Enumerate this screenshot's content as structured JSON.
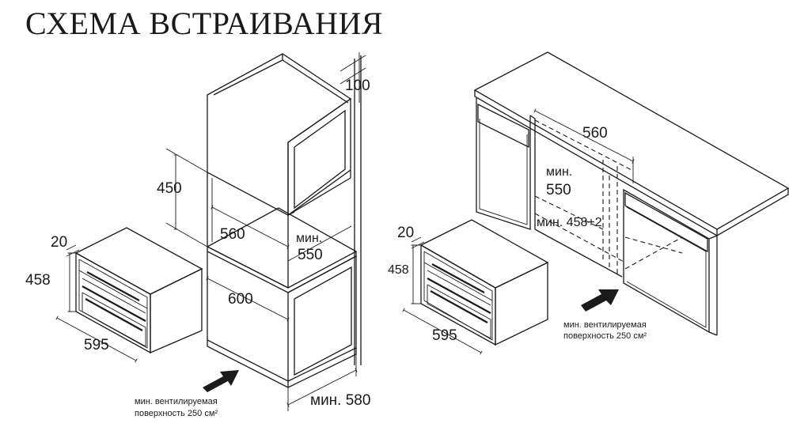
{
  "title": "СХЕМА ВСТРАИВАНИЯ",
  "left_scheme": {
    "cabinet_dims": {
      "top_gap": "100",
      "niche_height": "450",
      "niche_width": "560",
      "niche_depth_label": "мин.",
      "niche_depth": "550",
      "cabinet_width": "600",
      "cabinet_depth": "мин. 580"
    },
    "appliance_dims": {
      "front_thickness": "20",
      "height": "458",
      "width": "595"
    },
    "vent_note": {
      "line1": "мин. вентилируемая",
      "line2": "поверхность 250 см²"
    }
  },
  "right_scheme": {
    "cabinet_dims": {
      "niche_width": "560",
      "niche_depth_label": "мин.",
      "niche_depth": "550",
      "niche_height": "мин. 458+2"
    },
    "appliance_dims": {
      "front_thickness": "20",
      "height": "458",
      "width": "595"
    },
    "vent_note": {
      "line1": "мин. вентилируемая",
      "line2": "поверхность 250 см²"
    }
  },
  "icons": [
    "airflow-arrow-icon"
  ]
}
